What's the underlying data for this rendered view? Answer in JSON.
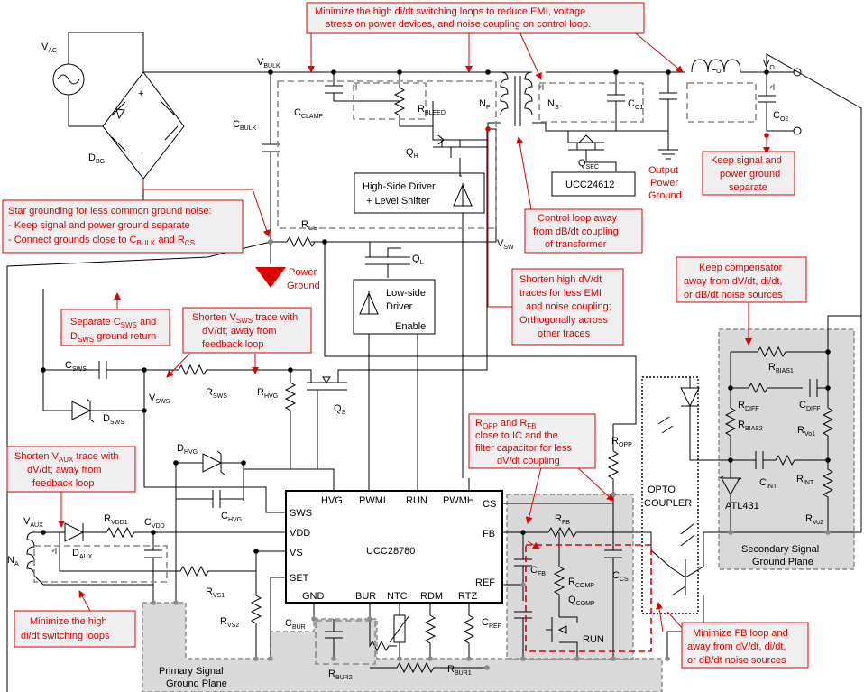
{
  "annotations": {
    "top": [
      "Minimize the high di/dt switching loops to reduce EMI, voltage",
      "stress on power devices, and noise coupling on control loop."
    ],
    "star": [
      "Star grounding for less common ground noise:",
      "- Keep signal and power ground separate",
      "- Connect grounds close to C",
      "BULK",
      " and R",
      "CS"
    ],
    "sep_sws": [
      "Separate C",
      "SWS",
      " and",
      "D",
      "SWS",
      " ground return"
    ],
    "short_vsws": [
      "Shorten V",
      "SWS",
      " trace with",
      "dV/dt; away from",
      "feedback loop"
    ],
    "short_vaux": [
      "Shorten V",
      "AUX",
      " trace with",
      "dV/dt; away from",
      "feedback loop"
    ],
    "min_aux": [
      "Minimize the high",
      "di/dt switching loops"
    ],
    "ctrl_loop": [
      "Control loop away",
      "from dB/dt coupling",
      "of transformer"
    ],
    "short_hdvdt": [
      "Shorten high dV/dt",
      "traces for less EMI",
      "and noise coupling;",
      "Orthogonally across",
      "other traces"
    ],
    "keep_sig": [
      "Keep signal and",
      "power ground",
      "separate"
    ],
    "keep_comp": [
      "Keep compensator",
      "away from dV/dt, di/dt,",
      "or dB/dt noise sources"
    ],
    "ropp": [
      "R",
      "OPP",
      " and R",
      "FB",
      "close to IC and the",
      "filter capacitor for less",
      "dV/dt coupling"
    ],
    "min_fb": [
      "Minimize FB loop and",
      "away from dV/dt, di/dt,",
      "or dB/dt noise sources"
    ]
  },
  "labels": {
    "vac": [
      "V",
      "AC"
    ],
    "dbg": [
      "D",
      "BG"
    ],
    "vbulk": [
      "V",
      "BULK"
    ],
    "cbulk": [
      "C",
      "BULK"
    ],
    "cclamp": [
      "C",
      "CLAMP"
    ],
    "rbleed": [
      "R",
      "BLEED"
    ],
    "np": [
      "N",
      "P"
    ],
    "ns": [
      "N",
      "S"
    ],
    "qh": [
      "Q",
      "H"
    ],
    "lo": [
      "L",
      "O"
    ],
    "vo": [
      "V",
      "O"
    ],
    "co1": [
      "C",
      "O1"
    ],
    "co2": [
      "C",
      "O2"
    ],
    "qsec": [
      "Q",
      "SEC"
    ],
    "ucc24612": "UCC24612",
    "out_gnd": [
      "Output",
      "Power",
      "Ground"
    ],
    "hs_driver": [
      "High-Side Driver",
      "+ Level Shifter"
    ],
    "rcs": [
      "R",
      "CS"
    ],
    "vsw": [
      "V",
      "SW"
    ],
    "ql": [
      "Q",
      "L"
    ],
    "pwr_gnd": [
      "Power",
      "Ground"
    ],
    "ls_driver": [
      "Low-side",
      "Driver"
    ],
    "enable": "Enable",
    "csws": [
      "C",
      "SWS"
    ],
    "vsws": [
      "V",
      "SWS"
    ],
    "rsws": [
      "R",
      "SWS"
    ],
    "rhvg": [
      "R",
      "HVG"
    ],
    "qs": [
      "Q",
      "S"
    ],
    "dsws": [
      "D",
      "SWS"
    ],
    "dhvg": [
      "D",
      "HVG"
    ],
    "chvg": [
      "C",
      "HVG"
    ],
    "vaux": [
      "V",
      "AUX"
    ],
    "rvdd1": [
      "R",
      "VDD1"
    ],
    "cvdd": [
      "C",
      "VDD"
    ],
    "daux": [
      "D",
      "AUX"
    ],
    "na": [
      "N",
      "A"
    ],
    "rvs1": [
      "R",
      "VS1"
    ],
    "rvs2": [
      "R",
      "VS2"
    ],
    "cbur": [
      "C",
      "BUR"
    ],
    "rbur2": [
      "R",
      "BUR2"
    ],
    "rbur1": [
      "R",
      "BUR1"
    ],
    "ropp": [
      "R",
      "OPP"
    ],
    "rfb": [
      "R",
      "FB"
    ],
    "cfb": [
      "C",
      "FB"
    ],
    "rcomp": [
      "R",
      "COMP"
    ],
    "qcomp": [
      "Q",
      "COMP"
    ],
    "run": "RUN",
    "ccs": [
      "C",
      "CS"
    ],
    "cref": [
      "C",
      "REF"
    ],
    "opto": [
      "OPTO",
      "COUPLER"
    ],
    "rbias1": [
      "R",
      "BIAS1"
    ],
    "rdiff": [
      "R",
      "DIFF"
    ],
    "cdiff": [
      "C",
      "DIFF"
    ],
    "rbias2": [
      "R",
      "BIAS2"
    ],
    "rvo1": [
      "R",
      "Vo1"
    ],
    "cint": [
      "C",
      "INT"
    ],
    "rint": [
      "R",
      "INT"
    ],
    "rvo2": [
      "R",
      "Vo2"
    ],
    "atl431": "ATL431",
    "sec_plane": [
      "Secondary Signal",
      "Ground Plane"
    ],
    "pri_plane": [
      "Primary Signal",
      "Ground Plane"
    ]
  },
  "ic": {
    "name": "UCC28780",
    "top_pins": [
      "HVG",
      "PWML",
      "RUN",
      "PWMH"
    ],
    "left_pins": [
      "SWS",
      "VDD",
      "VS",
      "SET"
    ],
    "right_pins": [
      "CS",
      "FB",
      "REF"
    ],
    "bottom_pins": [
      "GND",
      "BUR",
      "NTC",
      "RDM",
      "RTZ"
    ]
  },
  "bridge_marks": {
    "plus": "+",
    "minus": "I"
  },
  "colors": {
    "annotation_red": "#e00000",
    "plane_gray": "#d9d9d9",
    "dash_gray": "#8a8a8a"
  }
}
